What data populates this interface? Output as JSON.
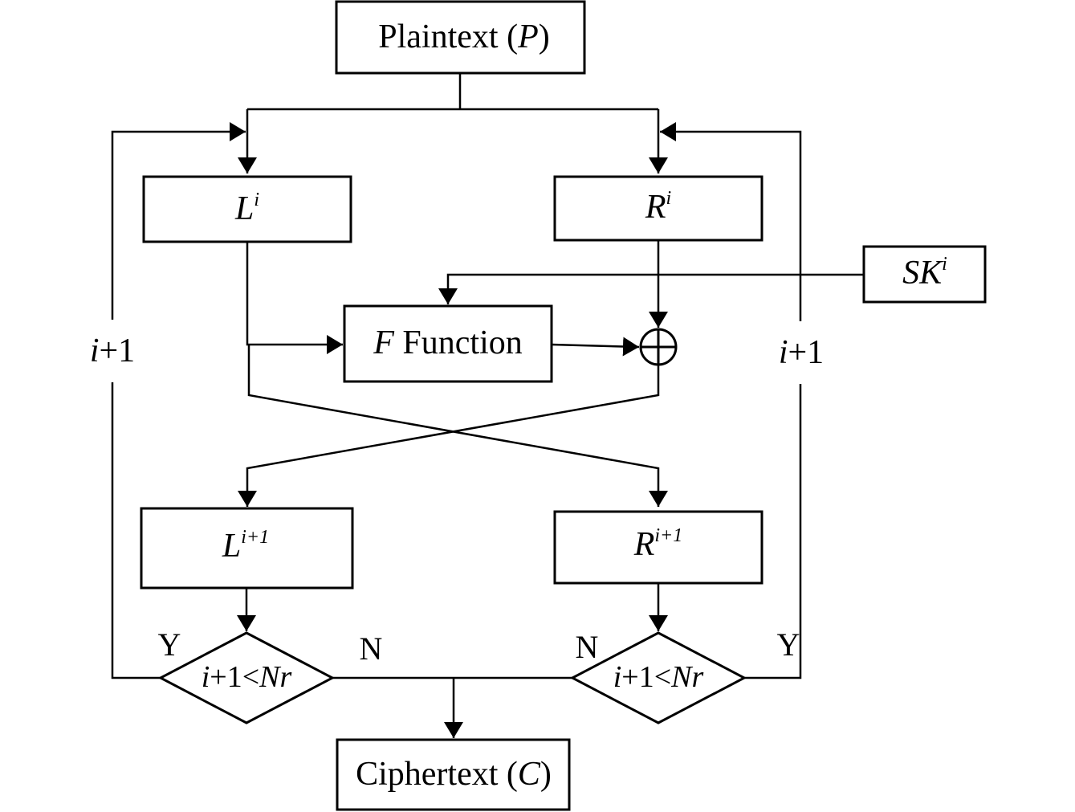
{
  "diagram": {
    "type": "flowchart",
    "subject": "Feistel round structure",
    "nodes": {
      "plaintext": {
        "text": "Plaintext (",
        "var": "P",
        "tail": ")"
      },
      "left_in": {
        "base": "L",
        "sup": "i"
      },
      "right_in": {
        "base": "R",
        "sup": "i"
      },
      "subkey": {
        "base": "SK",
        "sup": "i"
      },
      "f_function": {
        "var": "F",
        "text": " Function"
      },
      "xor": {
        "symbol": "⊕"
      },
      "left_out": {
        "base": "L",
        "sup": "i+1"
      },
      "right_out": {
        "base": "R",
        "sup": "i+1"
      },
      "decision_left": {
        "var": "i",
        "mid": "+1<",
        "var2": "Nr"
      },
      "decision_right": {
        "var": "i",
        "mid": "+1<",
        "var2": "Nr"
      },
      "ciphertext": {
        "text": "Ciphertext (",
        "var": "C",
        "tail": ")"
      }
    },
    "edge_labels": {
      "loop_left": {
        "var": "i",
        "text": "+1"
      },
      "loop_right": {
        "var": "i",
        "text": "+1"
      },
      "yes_left": "Y",
      "no_left": "N",
      "no_right": "N",
      "yes_right": "Y"
    },
    "edges": [
      [
        "plaintext",
        "left_in"
      ],
      [
        "plaintext",
        "right_in"
      ],
      [
        "left_in",
        "f_function"
      ],
      [
        "subkey",
        "f_function"
      ],
      [
        "f_function",
        "xor"
      ],
      [
        "right_in",
        "xor"
      ],
      [
        "left_in",
        "right_out"
      ],
      [
        "xor",
        "left_out"
      ],
      [
        "left_out",
        "decision_left"
      ],
      [
        "right_out",
        "decision_right"
      ],
      [
        "decision_left",
        "left_in",
        "Y"
      ],
      [
        "decision_right",
        "right_in",
        "Y"
      ],
      [
        "decision_left",
        "ciphertext",
        "N"
      ],
      [
        "decision_right",
        "ciphertext",
        "N"
      ]
    ]
  }
}
